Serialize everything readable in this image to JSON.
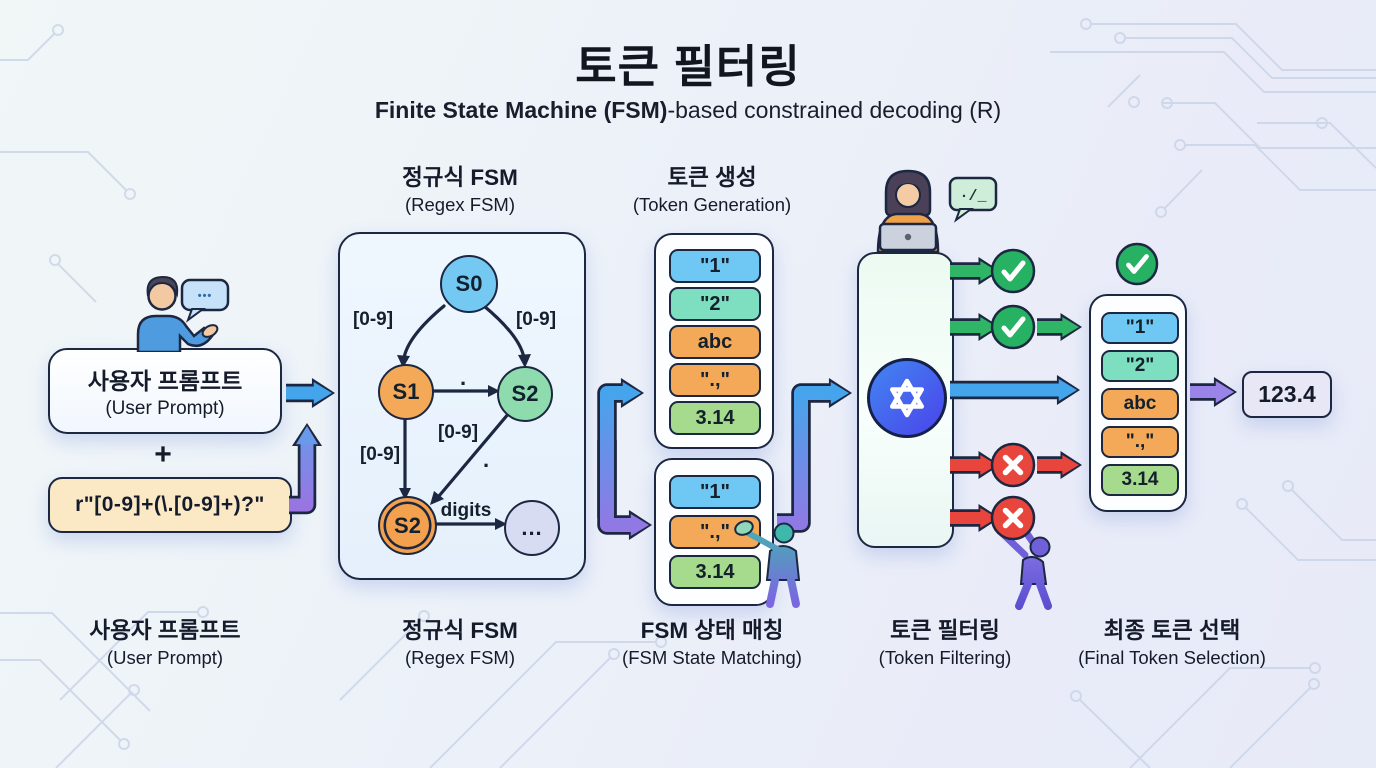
{
  "title": {
    "main": "토큰 필터링",
    "subtitle_bold": "Finite State Machine (FSM)",
    "subtitle_rest": "-based constrained decoding (R)"
  },
  "stages": {
    "user_prompt": {
      "ko": "사용자 프롬프트",
      "en": "(User Prompt)"
    },
    "regex_fsm": {
      "ko": "정규식 FSM",
      "en": "(Regex FSM)"
    },
    "token_generation": {
      "ko": "토큰 생성",
      "en": "(Token Generation)"
    },
    "fsm_state_matching": {
      "ko": "FSM 상태 매칭",
      "en": "(FSM State Matching)"
    },
    "token_filtering": {
      "ko": "토큰 필터링",
      "en": "(Token Filtering)"
    },
    "final_token_selection": {
      "ko": "최종 토큰 선택",
      "en": "(Final Token Selection)"
    }
  },
  "input": {
    "prompt_ko": "사용자 프롬프트",
    "prompt_en": "(User Prompt)",
    "plus": "+",
    "regex": "r\"[0-9]+(\\.[0-9]+)?\""
  },
  "fsm": {
    "states": {
      "s0": "S0",
      "s1": "S1",
      "s2": "S2",
      "s2_accept": "S2",
      "more": "..."
    },
    "edges": {
      "s0_s1": "[0-9]",
      "s0_s2": "[0-9]",
      "s1_s2": ".",
      "s1_s2accept": "[0-9]",
      "s2_s2accept": "[0-9]",
      "s2_s2accept_dot": ".",
      "s2accept_more": "digits"
    }
  },
  "tokens": {
    "generation": [
      "\"1\"",
      "\"2\"",
      "abc",
      "\".,\"",
      "3.14"
    ],
    "matching": [
      "\"1\"",
      "\".,\"",
      "3.14"
    ],
    "final": [
      "\"1\"",
      "\"2\"",
      "abc",
      "\".,\"",
      "3.14"
    ]
  },
  "output": {
    "result": "123.4"
  },
  "bubbles": {
    "user_dots": "•••",
    "terminal": "·/_"
  },
  "icons": {
    "accepted": "check-icon",
    "rejected": "x-icon",
    "model": "openai-logo",
    "user": "person-speaking-icon",
    "operator": "woman-at-laptop-icon",
    "pointer_person": "pointing-person-icon",
    "lifter_person": "lifting-person-icon"
  },
  "colors": {
    "arrow_blue": "#45a5ec",
    "arrow_purple": "#9178e4",
    "accept_green": "#2fb566",
    "reject_red": "#e8453c",
    "token_blue": "#6fc8f3",
    "token_teal": "#7edec0",
    "token_orange": "#f4a958",
    "token_green": "#a6da8c",
    "state_blue": "#74c9f2",
    "state_orange": "#f4a958",
    "state_green": "#8edcae",
    "regex_box": "#fbe9c6",
    "result_box": "#e7e7f6"
  }
}
